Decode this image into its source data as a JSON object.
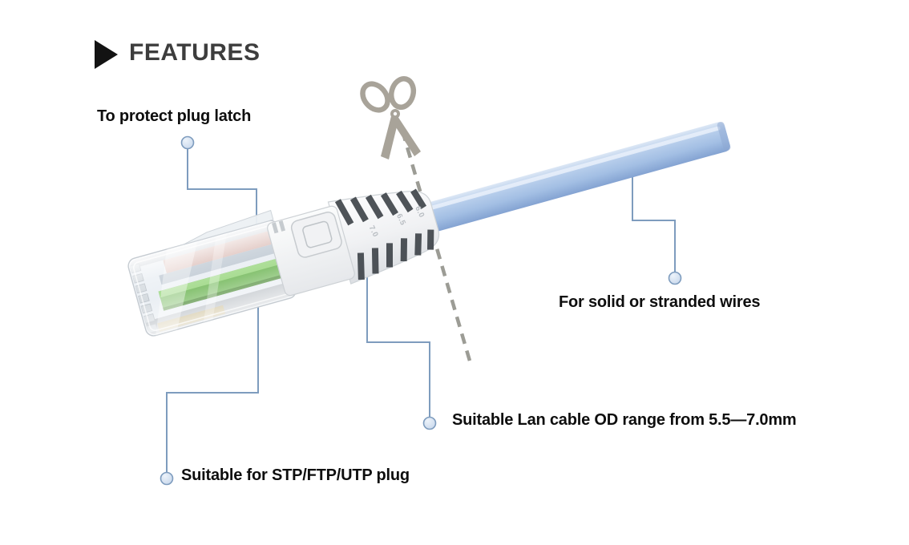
{
  "header": {
    "title": "FEATURES"
  },
  "annotations": [
    {
      "id": "protect-latch",
      "label": "To protect plug latch"
    },
    {
      "id": "solid-stranded-wires",
      "label": "For solid or stranded wires"
    },
    {
      "id": "od-range",
      "label": "Suitable Lan cable OD range from 5.5—7.0mm"
    },
    {
      "id": "plug-compat",
      "label": "Suitable for STP/FTP/UTP plug"
    }
  ],
  "diagram": {
    "subject": "LAN cable RJ45 plug with strain-relief boot, scissors cut guide",
    "boot_markings": [
      "7.0",
      "6.5",
      "6.0"
    ],
    "icons": {
      "title_bullet": "right-triangle-icon",
      "cut_tool": "scissors-icon",
      "cut_guide": "dashed-cut-line"
    },
    "colors": {
      "leader_line": "#7E9CBE",
      "leader_dot_fill": "#D3E0F0",
      "cable": "#AAC4E8",
      "boot": "#F2F3F5",
      "scissors": "#A8A399",
      "cut_line": "#9C9C95",
      "title_text": "#3D3D3D",
      "label_text": "#0E0E0E"
    }
  }
}
